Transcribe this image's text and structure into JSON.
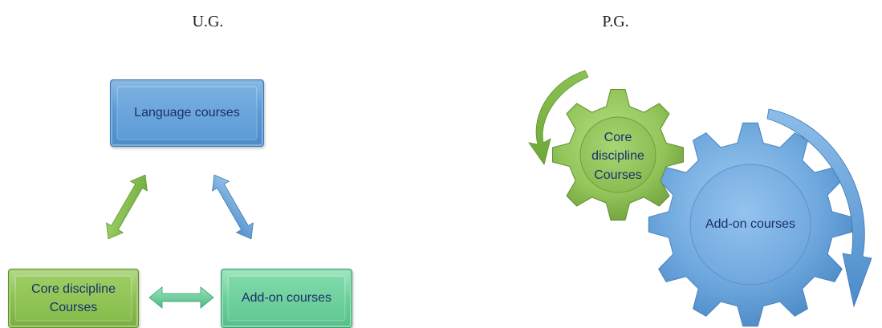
{
  "ug": {
    "heading": "U.G.",
    "language_box": "Language courses",
    "core_box": "Core discipline Courses",
    "addon_box": "Add-on courses"
  },
  "pg": {
    "heading": "P.G.",
    "core_gear": "Core discipline Courses",
    "addon_gear": "Add-on courses"
  },
  "colors": {
    "blue": "#5b9bd5",
    "green": "#8cc153",
    "mint": "#6cd09c",
    "text": "#1a2f6b"
  }
}
